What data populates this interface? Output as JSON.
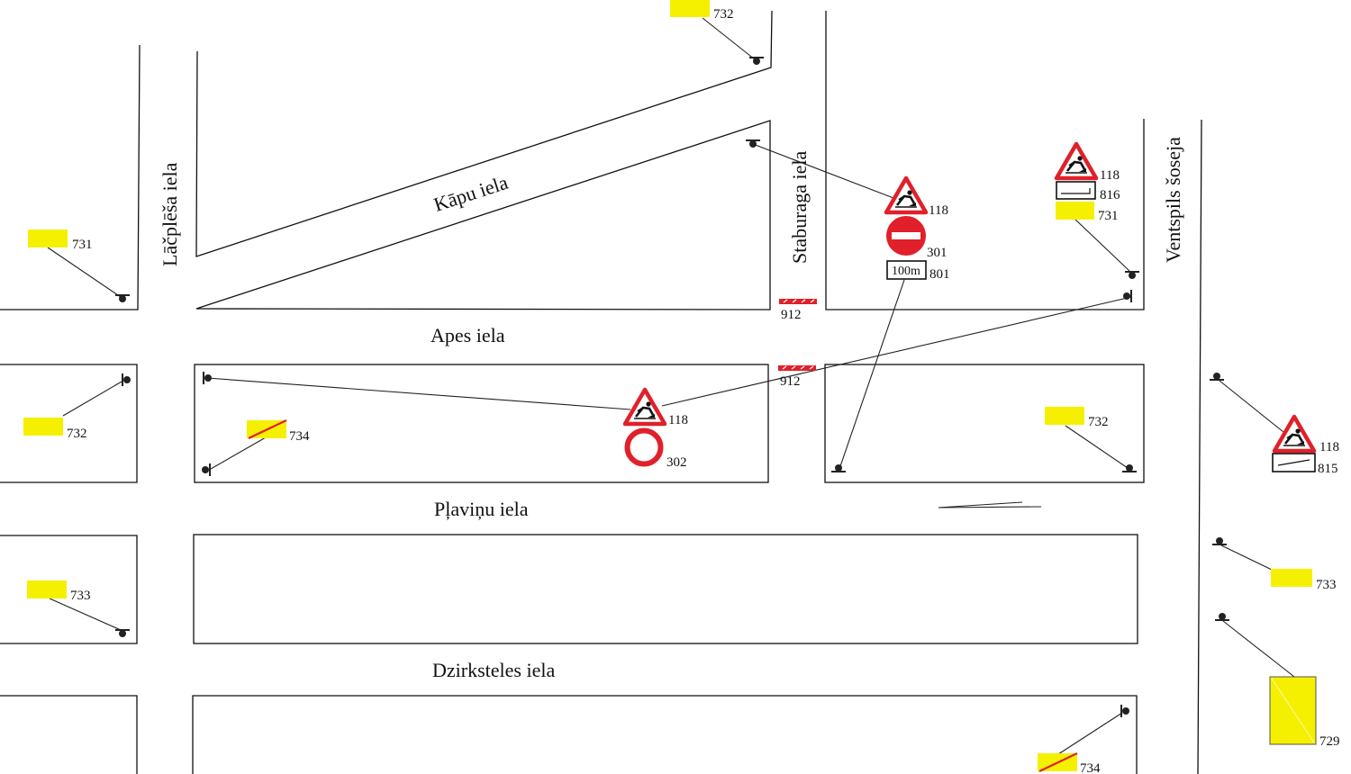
{
  "map": {
    "streets": {
      "kapu": "Kāpu iela",
      "apes": "Apes iela",
      "plavinu": "Pļaviņu iela",
      "dzirksteles": "Dzirksteles iela",
      "lacplesa": "Lāčplēša iela",
      "staburaga": "Staburaga iela",
      "ventspils": "Ventspils šoseja"
    },
    "sign_codes": {
      "s732_top": "732",
      "s731_left": "731",
      "s118_center": "118",
      "s301": "301",
      "s801": "801",
      "s912_a": "912",
      "s912_b": "912",
      "s118_right": "118",
      "s816": "816",
      "s731_right": "731",
      "s732_left": "732",
      "s734_a": "734",
      "s118_mid": "118",
      "s302": "302",
      "s732_right": "732",
      "s118_far": "118",
      "s815": "815",
      "s733_left": "733",
      "s733_right": "733",
      "s729": "729",
      "s734_b": "734"
    },
    "plate_100m": "100m",
    "colors": {
      "sign_red": "#e0202a",
      "marker_yellow": "#f5f000",
      "line": "#111111"
    },
    "icons": [
      "road-works-sign-icon",
      "no-entry-sign-icon",
      "no-vehicles-sign-icon",
      "sign-post-icon"
    ]
  }
}
